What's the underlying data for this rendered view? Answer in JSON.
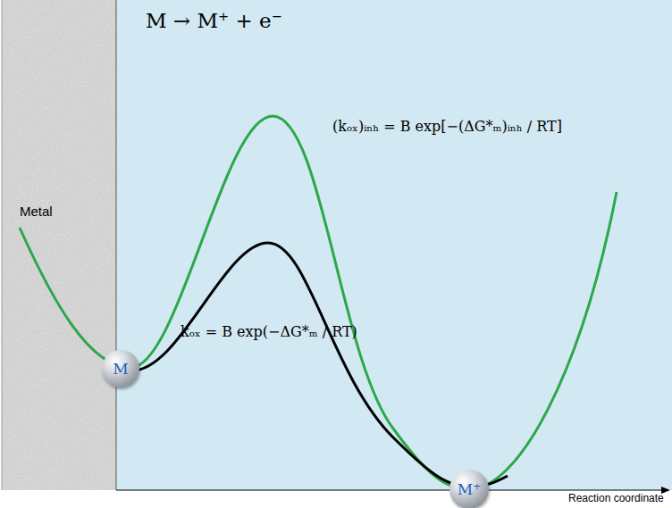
{
  "diagram": {
    "title": "M → M⁺ + e⁻",
    "nodes": [
      {
        "text": [
          "Metal"
        ]
      },
      {
        "text": [
          "M"
        ]
      },
      {
        "text": [
          "M⁺"
        ]
      }
    ],
    "labels": [
      "(kₒₓ)ᵢₙₕ = B exp[−(ΔG*ₘ)ᵢₙₕ / RT]",
      "kₒₓ = B exp(−ΔG*ₘ / RT)",
      "Reaction coordinate"
    ]
  }
}
